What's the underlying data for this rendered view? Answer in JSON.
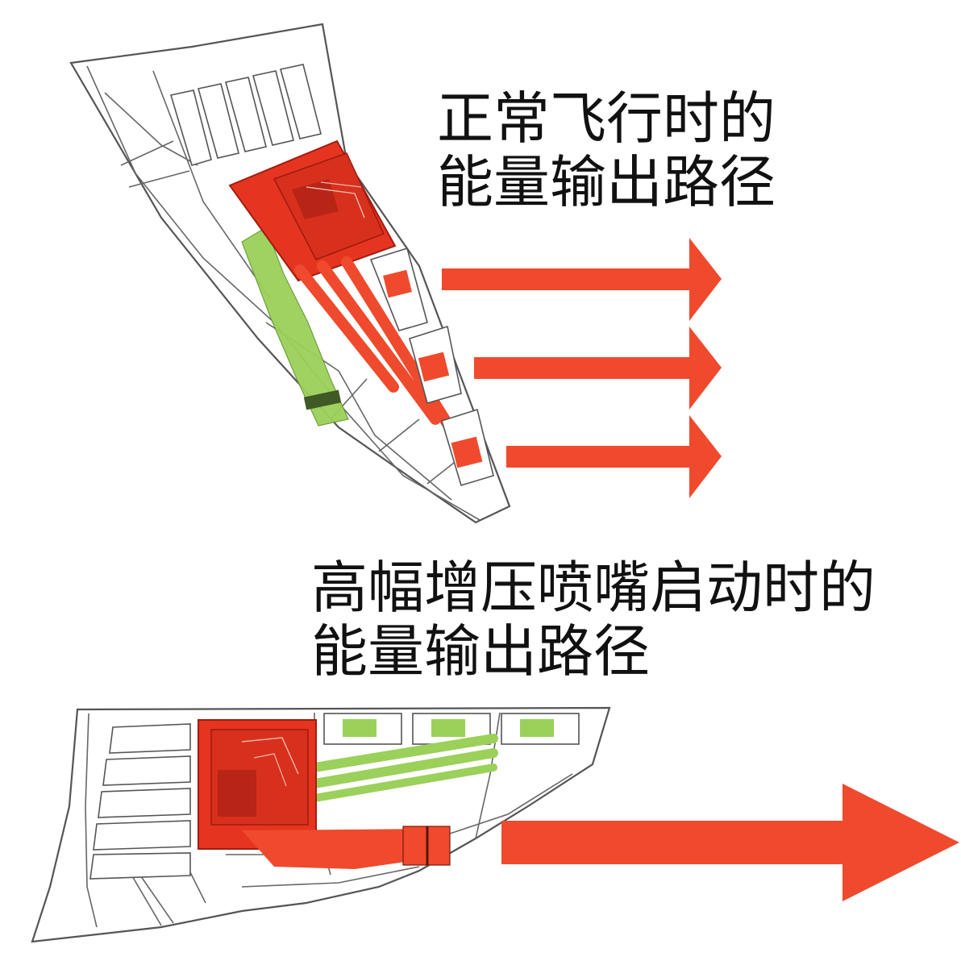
{
  "colors": {
    "energy_red": "#ef4a2d",
    "core_red": "#e53520",
    "core_dark": "#c9281a",
    "secondary_green": "#9bd05a",
    "outline": "#555555",
    "text": "#111111"
  },
  "top_panel": {
    "caption_line1": "正常飞行时的",
    "caption_line2": "能量输出路径",
    "arrow_count": 3
  },
  "bottom_panel": {
    "caption_line1": "高幅增压喷嘴启动时的",
    "caption_line2": "能量输出路径",
    "arrow_count": 1
  }
}
